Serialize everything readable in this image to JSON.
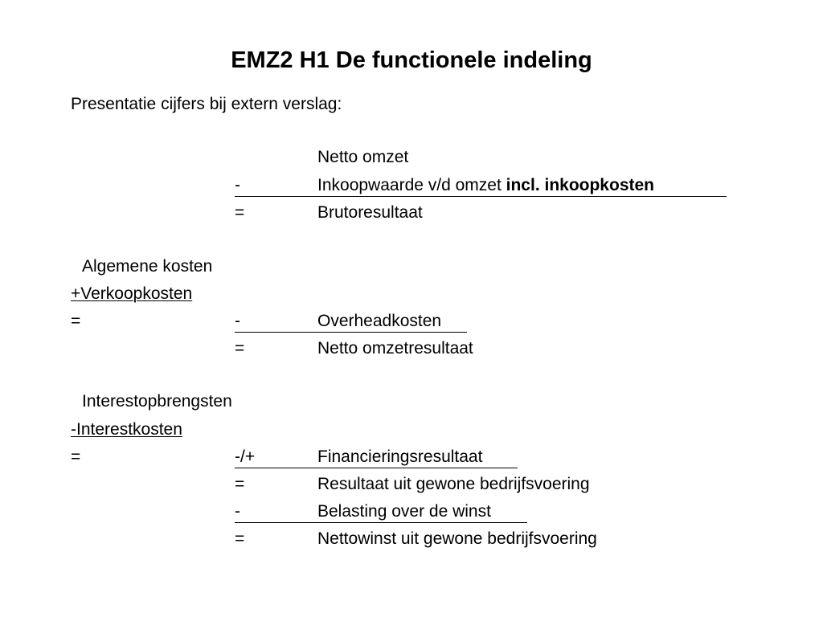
{
  "title": "EMZ2 H1 De functionele indeling",
  "intro": "Presentatie cijfers bij extern verslag:",
  "block1": {
    "netto_omzet": "Netto omzet",
    "minus": "-",
    "inkoopwaarde": "Inkoopwaarde v/d omzet ",
    "inkoopkosten_bold": "incl. inkoopkosten",
    "equals": "=",
    "brutoresultaat": "Brutoresultaat"
  },
  "block2": {
    "algemene_kosten": "Algemene kosten",
    "verkoopkosten": "+Verkoopkosten",
    "equals_left": "=",
    "minus": "-",
    "overheadkosten": "Overheadkosten",
    "equals": "=",
    "netto_omzetresultaat": "Netto omzetresultaat"
  },
  "block3": {
    "interestopbrengsten": "Interestopbrengsten",
    "interestkosten": "-Interestkosten",
    "equals_left": "=",
    "minplus": "-/+",
    "financieringsresultaat": "Financieringsresultaat",
    "equals1": "=",
    "resultaat_gewone": "Resultaat uit gewone bedrijfsvoering",
    "minus": "-",
    "belasting": "Belasting over de winst",
    "equals2": "=",
    "nettowinst": "Nettowinst uit gewone bedrijfsvoering"
  }
}
